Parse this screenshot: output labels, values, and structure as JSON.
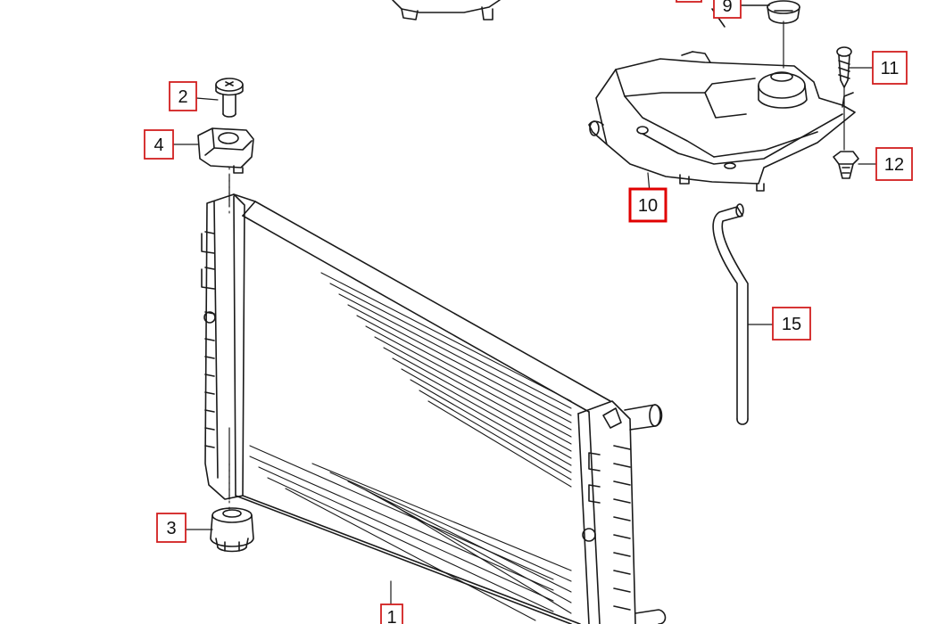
{
  "diagram": {
    "colors": {
      "line": "#1a1a1a",
      "label_border": "#d11f1f",
      "label_highlight_border": "#e00000",
      "background": "#ffffff"
    },
    "labels": {
      "1": "1",
      "2": "2",
      "3": "3",
      "4": "4",
      "9": "9",
      "10": "10",
      "11": "11",
      "12": "12",
      "15": "15"
    }
  }
}
